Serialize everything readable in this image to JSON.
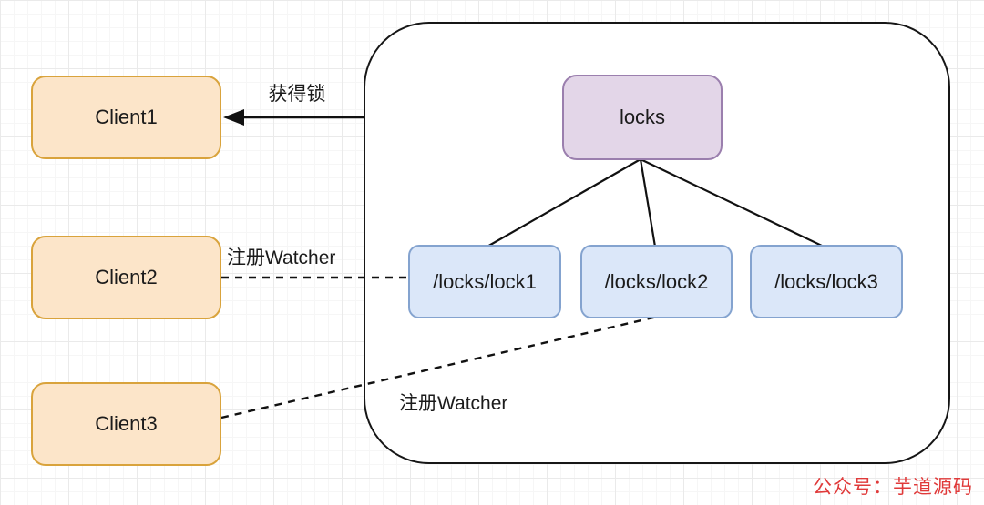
{
  "nodes": {
    "clients": [
      {
        "label": "Client1"
      },
      {
        "label": "Client2"
      },
      {
        "label": "Client3"
      }
    ],
    "root": {
      "label": "locks"
    },
    "locks": [
      {
        "label": "/locks/lock1"
      },
      {
        "label": "/locks/lock2"
      },
      {
        "label": "/locks/lock3"
      }
    ]
  },
  "labels": {
    "acquire_lock": "获得锁",
    "register_watcher_client2": "注册Watcher",
    "register_watcher_client3": "注册Watcher"
  },
  "watermark": {
    "text": "公众号：芋道源码",
    "color": "#e03a3a"
  },
  "colors": {
    "client_fill": "#fce5c9",
    "client_border": "#d9a33c",
    "root_fill": "#e3d6e8",
    "root_border": "#9b7fae",
    "lock_fill": "#dbe7f9",
    "lock_border": "#84a3cf",
    "container_border": "#161616",
    "connector": "#111111"
  }
}
